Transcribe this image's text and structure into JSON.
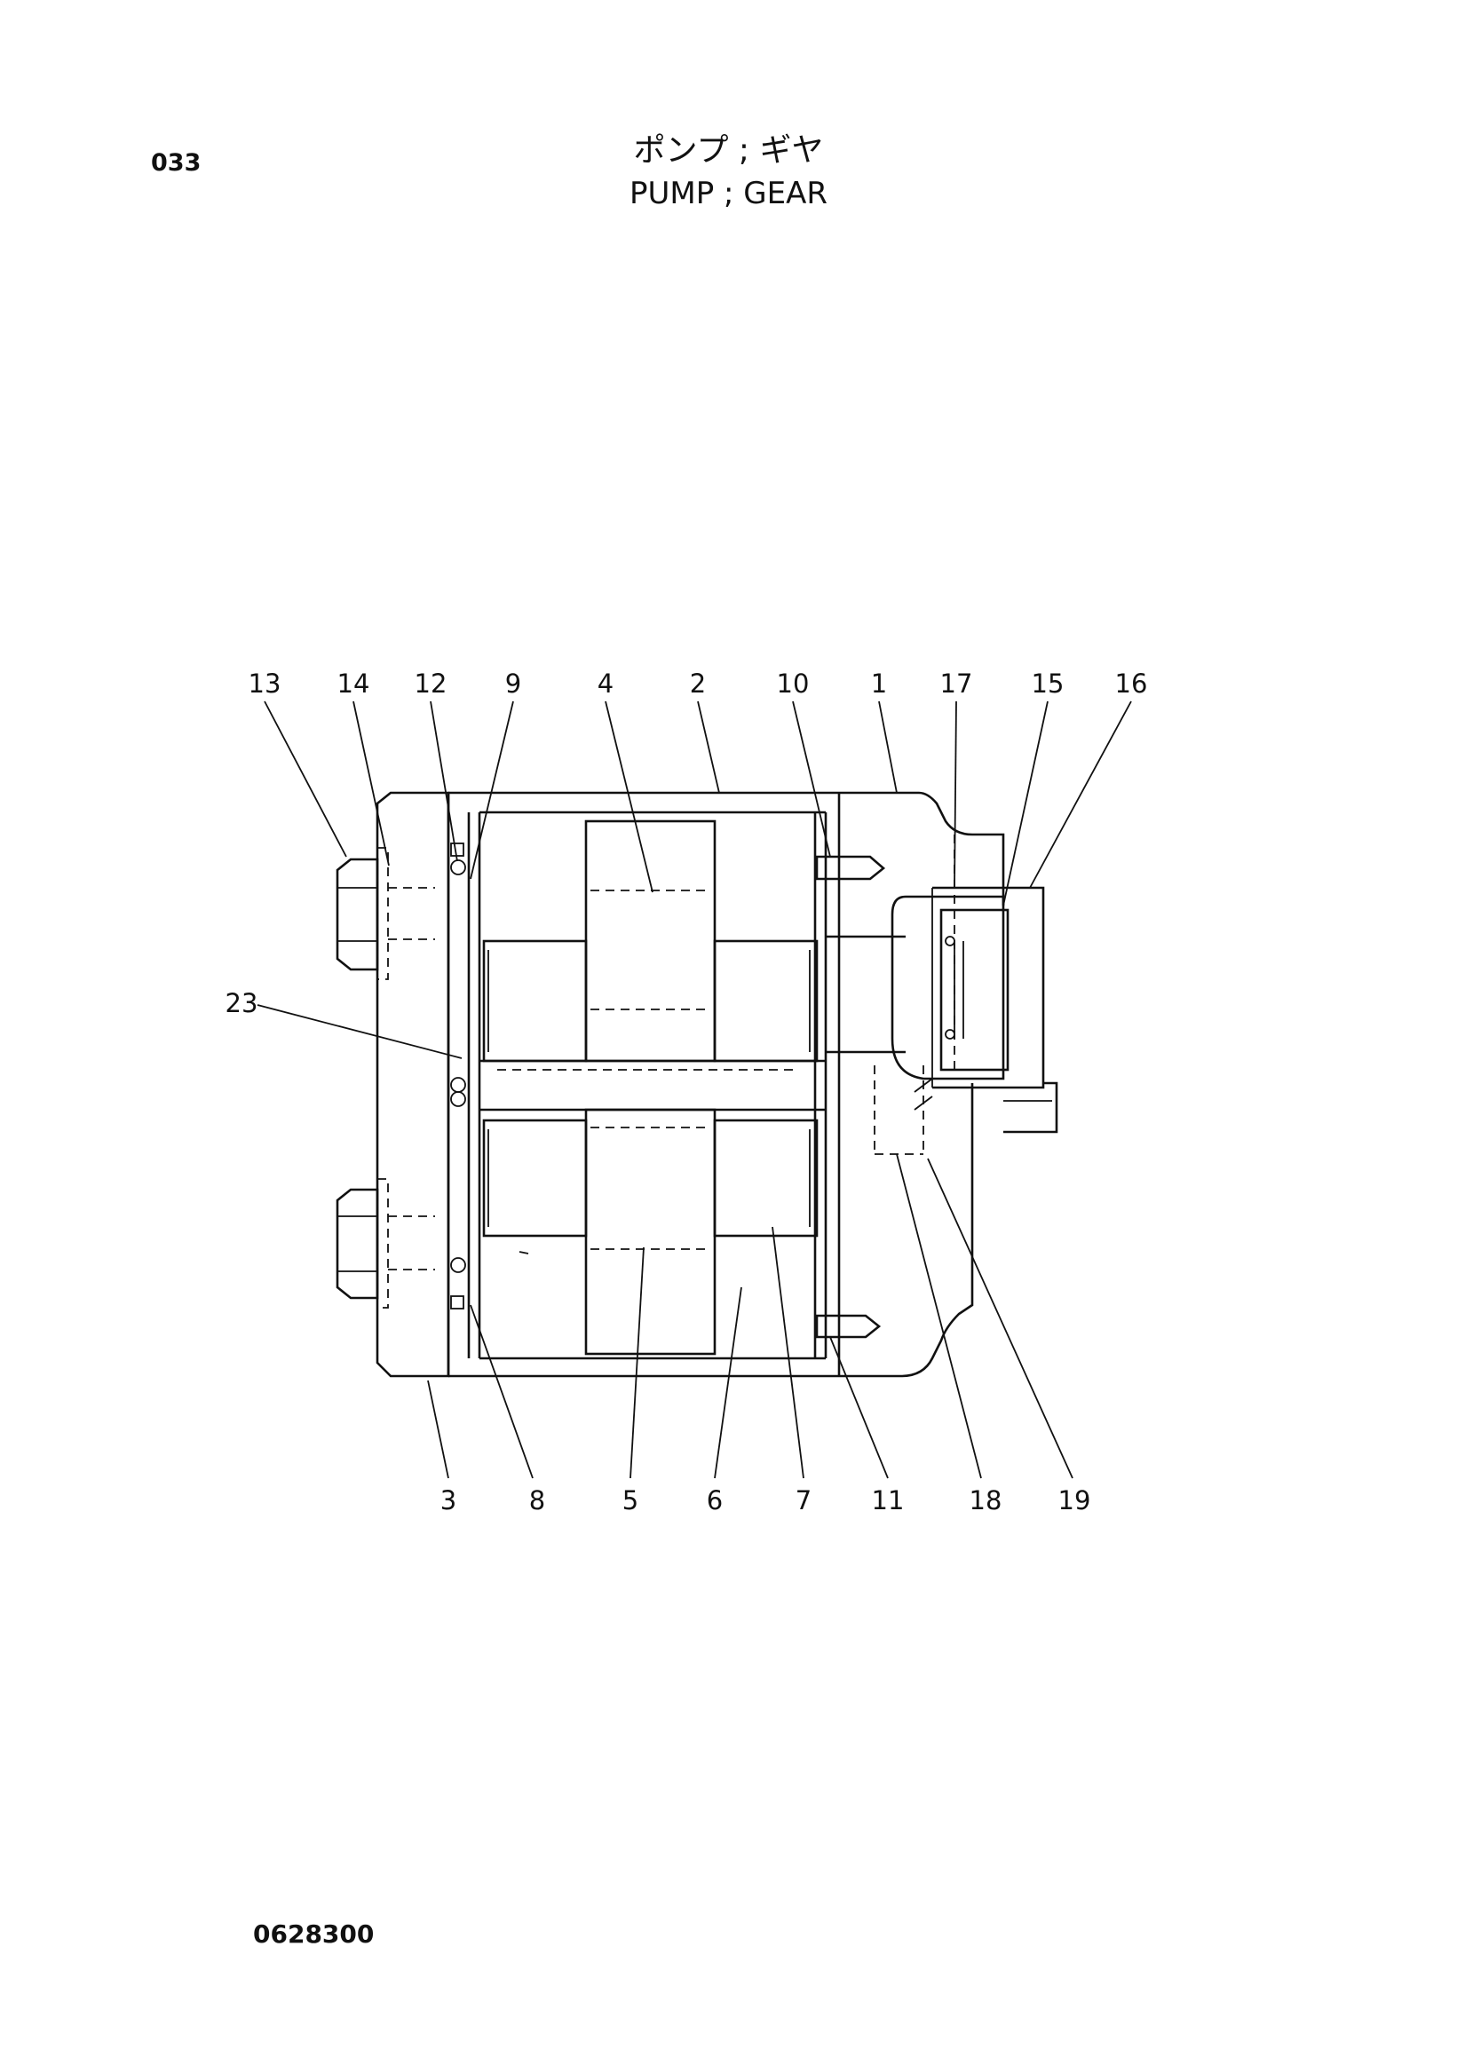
{
  "header": {
    "page_code": "033",
    "title_jp": "ポンプ ; ギヤ",
    "title_en": "PUMP ; GEAR"
  },
  "footer": {
    "drawing_number": "0628300"
  },
  "callouts_top": [
    "13",
    "14",
    "12",
    "9",
    "4",
    "2",
    "10",
    "1",
    "17",
    "15",
    "16"
  ],
  "callouts_left": [
    "23"
  ],
  "callouts_bottom": [
    "3",
    "8",
    "5",
    "6",
    "7",
    "11",
    "18",
    "19"
  ]
}
